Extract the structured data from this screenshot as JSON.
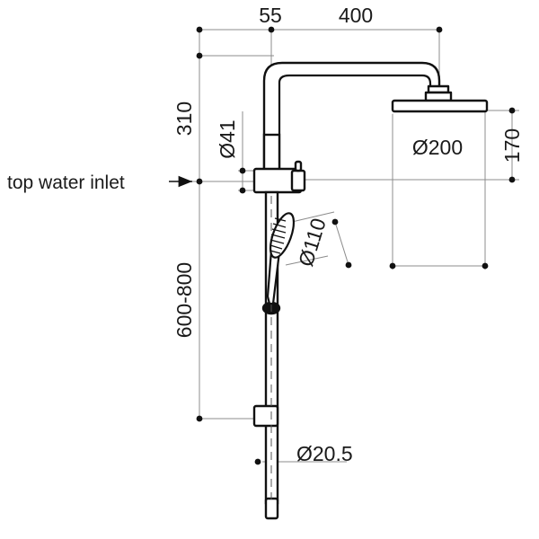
{
  "drawing": {
    "title": "shower-system-technical-drawing",
    "line_color": "#1a1a1a",
    "dim_line_color": "#8c8c8c",
    "background": "#ffffff"
  },
  "dimensions": {
    "offset_from_wall": "55",
    "arm_projection": "400",
    "riser_height": "310",
    "riser_diameter": "Ø41",
    "overhead_diameter": "Ø200",
    "overhead_drop": "170",
    "hand_shower_diameter": "Ø110",
    "slide_range": "600-800",
    "rail_diameter": "Ø20.5"
  },
  "annotations": {
    "top_water_inlet": "top water inlet"
  }
}
